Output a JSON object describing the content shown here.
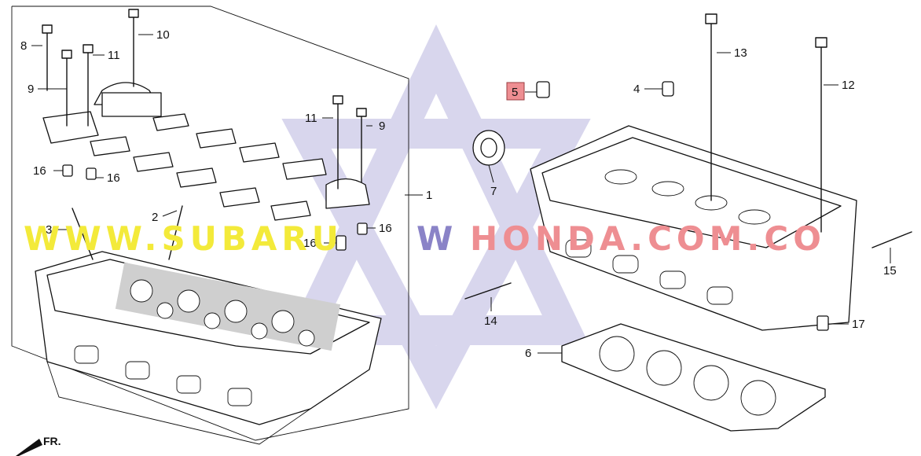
{
  "callouts": {
    "c1": "1",
    "c2": "2",
    "c3": "3",
    "c4": "4",
    "c5": "5",
    "c6": "6",
    "c7": "7",
    "c8": "8",
    "c9a": "9",
    "c9b": "9",
    "c10": "10",
    "c11a": "11",
    "c11b": "11",
    "c12": "12",
    "c13": "13",
    "c14": "14",
    "c15": "15",
    "c16a": "16",
    "c16b": "16",
    "c16c": "16",
    "c16d": "16",
    "c17": "17"
  },
  "highlight": {
    "part": "5",
    "color": "#ee8e92"
  },
  "watermark": {
    "left": "WWW.SUBARU",
    "mid": "W",
    "right": "HONDA.COM.CO",
    "colors": {
      "left": "#f3ea3a",
      "mid": "#8a83c7",
      "right": "#ee8e92",
      "star": "#b9b6e0"
    }
  },
  "direction_marker": {
    "label": "FR."
  }
}
